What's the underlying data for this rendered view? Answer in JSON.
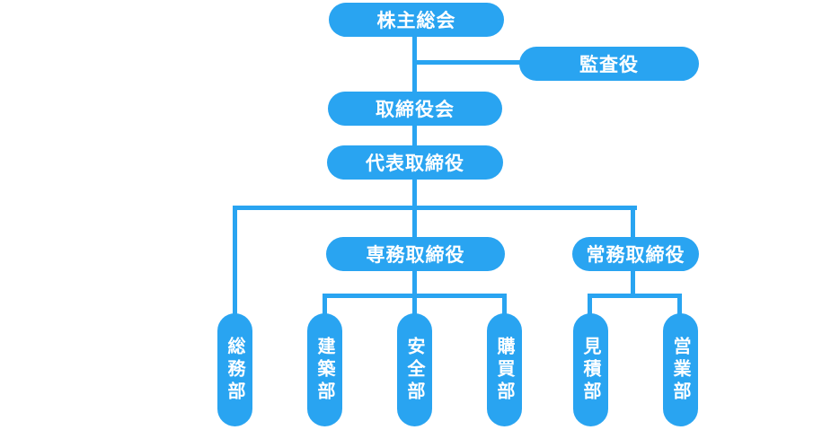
{
  "diagram": {
    "type": "org-chart",
    "language": "ja",
    "colors": {
      "accent": "#29a4f1",
      "label": "#ffffff",
      "background": "#ffffff"
    },
    "nodes": {
      "shareholders_meeting": {
        "label": "株主総会"
      },
      "auditor": {
        "label": "監査役"
      },
      "board_of_directors": {
        "label": "取締役会"
      },
      "representative_director": {
        "label": "代表取締役"
      },
      "senior_managing_director": {
        "label": "専務取締役"
      },
      "managing_director": {
        "label": "常務取締役"
      },
      "general_affairs_dept": {
        "label": "総務部"
      },
      "construction_dept": {
        "label": "建築部"
      },
      "safety_dept": {
        "label": "安全部"
      },
      "purchasing_dept": {
        "label": "購買部"
      },
      "estimating_dept": {
        "label": "見積部"
      },
      "sales_dept": {
        "label": "営業部"
      }
    },
    "edges": [
      {
        "from": "株主総会",
        "to": "監査役"
      },
      {
        "from": "株主総会",
        "to": "取締役会"
      },
      {
        "from": "取締役会",
        "to": "代表取締役"
      },
      {
        "from": "代表取締役",
        "to": "総務部"
      },
      {
        "from": "代表取締役",
        "to": "専務取締役"
      },
      {
        "from": "代表取締役",
        "to": "常務取締役"
      },
      {
        "from": "専務取締役",
        "to": "建築部"
      },
      {
        "from": "専務取締役",
        "to": "安全部"
      },
      {
        "from": "専務取締役",
        "to": "購買部"
      },
      {
        "from": "常務取締役",
        "to": "見積部"
      },
      {
        "from": "常務取締役",
        "to": "営業部"
      }
    ]
  }
}
